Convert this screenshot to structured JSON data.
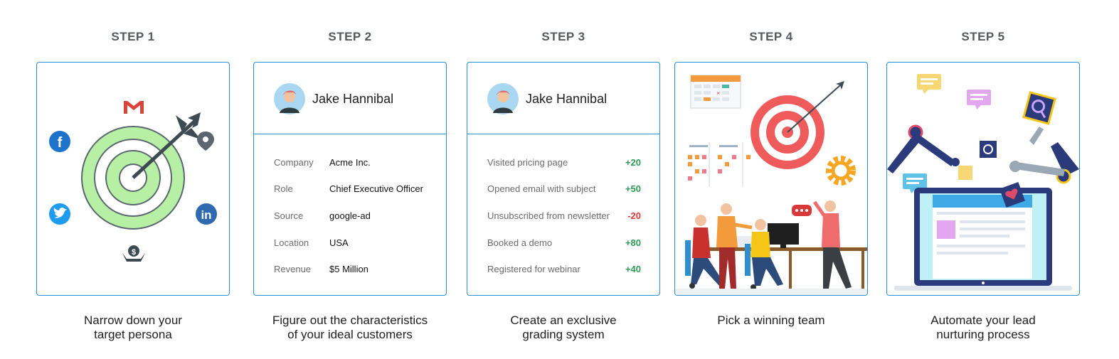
{
  "steps": [
    {
      "label": "STEP 1",
      "caption_lines": [
        "Narrow down your",
        "target persona"
      ]
    },
    {
      "label": "STEP 2",
      "caption_lines": [
        "Figure out the characteristics",
        "of your ideal customers"
      ]
    },
    {
      "label": "STEP 3",
      "caption_lines": [
        "Create an exclusive",
        "grading system"
      ]
    },
    {
      "label": "STEP 4",
      "caption_lines": [
        "Pick a winning team"
      ]
    },
    {
      "label": "STEP 5",
      "caption_lines": [
        "Automate your lead",
        "nurturing process"
      ]
    }
  ],
  "persona": {
    "name": "Jake Hannibal",
    "attributes": [
      {
        "key": "Company",
        "value": "Acme Inc."
      },
      {
        "key": "Role",
        "value": "Chief Executive Officer"
      },
      {
        "key": "Source",
        "value": "google-ad"
      },
      {
        "key": "Location",
        "value": "USA"
      },
      {
        "key": "Revenue",
        "value": "$5 Million"
      }
    ]
  },
  "grading": {
    "name": "Jake Hannibal",
    "rows": [
      {
        "activity": "Visited pricing page",
        "points": "+20"
      },
      {
        "activity": "Opened email with subject",
        "points": "+50"
      },
      {
        "activity": "Unsubscribed from newsletter",
        "points": "-20"
      },
      {
        "activity": "Booked a demo",
        "points": "+80"
      },
      {
        "activity": "Registered for webinar",
        "points": "+40"
      }
    ]
  },
  "colors": {
    "card_border": "#2d8fd5",
    "positive": "#2e9b57",
    "negative": "#d83a3a",
    "target_green": "#b7f0a4",
    "target_red": "#ef5b5b"
  },
  "icons": {
    "step1": [
      "gmail-icon",
      "facebook-icon",
      "location-pin-icon",
      "twitter-icon",
      "linkedin-icon",
      "money-hand-icon",
      "target-icon",
      "arrow-icon"
    ],
    "step4": [
      "calendar-icon",
      "target-icon",
      "gear-icon",
      "team-illustration"
    ],
    "step5": [
      "robot-arm-icon",
      "laptop-icon",
      "chat-bubble-icon",
      "search-icon",
      "heart-icon"
    ]
  }
}
